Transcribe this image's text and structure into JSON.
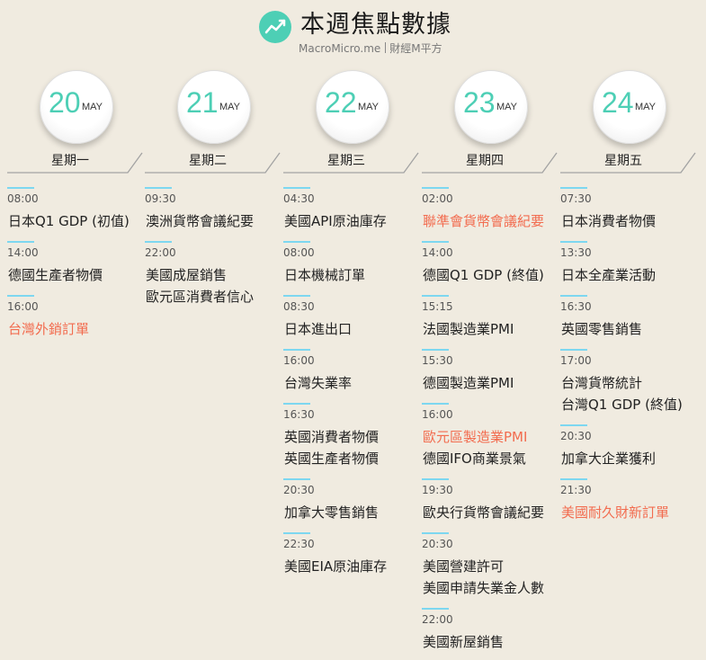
{
  "header": {
    "title": "本週焦點數據",
    "site": "MacroMicro.me",
    "site_cn": "財經M平方",
    "logo_icon": "line-chart-icon",
    "brand_color": "#4dcfb5",
    "highlight_color": "#f26c4f"
  },
  "days": [
    {
      "num": "20",
      "month": "MAY",
      "weekday": "星期一",
      "events": [
        {
          "time": "08:00",
          "items": [
            {
              "text": "日本Q1 GDP (初值)",
              "highlight": false
            }
          ]
        },
        {
          "time": "14:00",
          "items": [
            {
              "text": "德國生產者物價",
              "highlight": false
            }
          ]
        },
        {
          "time": "16:00",
          "items": [
            {
              "text": "台灣外銷訂單",
              "highlight": true
            }
          ]
        }
      ]
    },
    {
      "num": "21",
      "month": "MAY",
      "weekday": "星期二",
      "events": [
        {
          "time": "09:30",
          "items": [
            {
              "text": "澳洲貨幣會議紀要",
              "highlight": false
            }
          ]
        },
        {
          "time": "22:00",
          "items": [
            {
              "text": "美國成屋銷售",
              "highlight": false
            },
            {
              "text": "歐元區消費者信心",
              "highlight": false
            }
          ]
        }
      ]
    },
    {
      "num": "22",
      "month": "MAY",
      "weekday": "星期三",
      "events": [
        {
          "time": "04:30",
          "items": [
            {
              "text": "美國API原油庫存",
              "highlight": false
            }
          ]
        },
        {
          "time": "08:00",
          "items": [
            {
              "text": "日本機械訂單",
              "highlight": false
            }
          ]
        },
        {
          "time": "08:30",
          "items": [
            {
              "text": "日本進出口",
              "highlight": false
            }
          ]
        },
        {
          "time": "16:00",
          "items": [
            {
              "text": "台灣失業率",
              "highlight": false
            }
          ]
        },
        {
          "time": "16:30",
          "items": [
            {
              "text": "英國消費者物價",
              "highlight": false
            },
            {
              "text": "英國生產者物價",
              "highlight": false
            }
          ]
        },
        {
          "time": "20:30",
          "items": [
            {
              "text": "加拿大零售銷售",
              "highlight": false
            }
          ]
        },
        {
          "time": "22:30",
          "items": [
            {
              "text": "美國EIA原油庫存",
              "highlight": false
            }
          ]
        }
      ]
    },
    {
      "num": "23",
      "month": "MAY",
      "weekday": "星期四",
      "events": [
        {
          "time": "02:00",
          "items": [
            {
              "text": "聯準會貨幣會議紀要",
              "highlight": true
            }
          ]
        },
        {
          "time": "14:00",
          "items": [
            {
              "text": "德國Q1 GDP (終值)",
              "highlight": false
            }
          ]
        },
        {
          "time": "15:15",
          "items": [
            {
              "text": "法國製造業PMI",
              "highlight": false
            }
          ]
        },
        {
          "time": "15:30",
          "items": [
            {
              "text": "德國製造業PMI",
              "highlight": false
            }
          ]
        },
        {
          "time": "16:00",
          "items": [
            {
              "text": "歐元區製造業PMI",
              "highlight": true
            },
            {
              "text": "德國IFO商業景氣",
              "highlight": false
            }
          ]
        },
        {
          "time": "19:30",
          "items": [
            {
              "text": "歐央行貨幣會議紀要",
              "highlight": false
            }
          ]
        },
        {
          "time": "20:30",
          "items": [
            {
              "text": "美國營建許可",
              "highlight": false
            },
            {
              "text": "美國申請失業金人數",
              "highlight": false
            }
          ]
        },
        {
          "time": "22:00",
          "items": [
            {
              "text": "美國新屋銷售",
              "highlight": false
            }
          ]
        }
      ]
    },
    {
      "num": "24",
      "month": "MAY",
      "weekday": "星期五",
      "events": [
        {
          "time": "07:30",
          "items": [
            {
              "text": "日本消費者物價",
              "highlight": false
            }
          ]
        },
        {
          "time": "13:30",
          "items": [
            {
              "text": "日本全產業活動",
              "highlight": false
            }
          ]
        },
        {
          "time": "16:30",
          "items": [
            {
              "text": "英國零售銷售",
              "highlight": false
            }
          ]
        },
        {
          "time": "17:00",
          "items": [
            {
              "text": "台灣貨幣統計",
              "highlight": false
            },
            {
              "text": "台灣Q1 GDP (終值)",
              "highlight": false
            }
          ]
        },
        {
          "time": "20:30",
          "items": [
            {
              "text": "加拿大企業獲利",
              "highlight": false
            }
          ]
        },
        {
          "time": "21:30",
          "items": [
            {
              "text": "美國耐久財新訂單",
              "highlight": true
            }
          ]
        }
      ]
    }
  ]
}
